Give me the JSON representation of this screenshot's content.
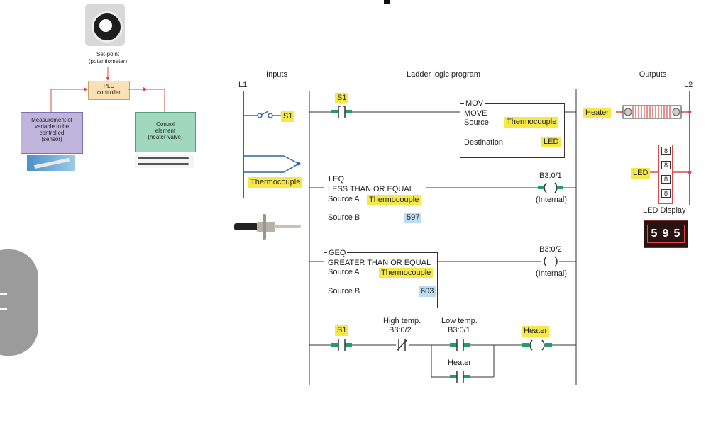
{
  "left_diagram": {
    "setpoint_label": "Set-point",
    "setpoint_sub": "(potentiometer)",
    "plc_label_1": "PLC",
    "plc_label_2": "controller",
    "measure_lines": [
      "Measurement of",
      "variable to be",
      "controlled",
      "(sensor)"
    ],
    "control_lines": [
      "Control",
      "element",
      "(heater-valve)"
    ],
    "colors": {
      "plc": "#fbe0b3",
      "measure": "#bfb4dc",
      "control": "#9fd8bd",
      "arrow": "#d94a4a"
    }
  },
  "ladder": {
    "header_inputs": "Inputs",
    "header_program": "Ladder logic program",
    "header_outputs": "Outputs",
    "l1": "L1",
    "l2": "L2",
    "inputs": {
      "switch_label": "S1",
      "thermo_label": "Thermocouple"
    },
    "rung1": {
      "contact_label": "S1",
      "block_title": "MOV",
      "block_name": "MOVE",
      "source_label": "Source",
      "source_value": "Thermocouple",
      "dest_label": "Destination",
      "dest_value": "LED"
    },
    "rung2": {
      "block_title": "LEQ",
      "block_name": "LESS THAN OR EQUAL",
      "source_a_label": "Source A",
      "source_a_value": "Thermocouple",
      "source_b_label": "Source B",
      "source_b_value": "597",
      "coil_address": "B3:0/1",
      "coil_note": "(Internal)"
    },
    "rung3": {
      "block_title": "GEQ",
      "block_name": "GREATER THAN OR EQUAL",
      "source_a_label": "Source A",
      "source_a_value": "Thermocouple",
      "source_b_label": "Source B",
      "source_b_value": "603",
      "coil_address": "B3:0/2",
      "coil_note": "(Internal)"
    },
    "rung4": {
      "s1_label": "S1",
      "high_label": "High temp.",
      "high_addr": "B3:0/2",
      "low_label": "Low temp.",
      "low_addr": "B3:0/1",
      "branch_label": "Heater",
      "coil_label": "Heater"
    },
    "outputs": {
      "heater_label": "Heater",
      "led_label": "LED",
      "led_digits": [
        "8",
        "8",
        "8",
        "8"
      ],
      "led_display_label": "LED Display",
      "display_digits": [
        "5",
        "9",
        "5"
      ]
    },
    "colors": {
      "highlight": "#f5e94a",
      "blue_value": "#bcdcef",
      "contact": "#1f9e6a",
      "input_line": "#2a66a8",
      "output_line": "#d94a4a"
    }
  }
}
